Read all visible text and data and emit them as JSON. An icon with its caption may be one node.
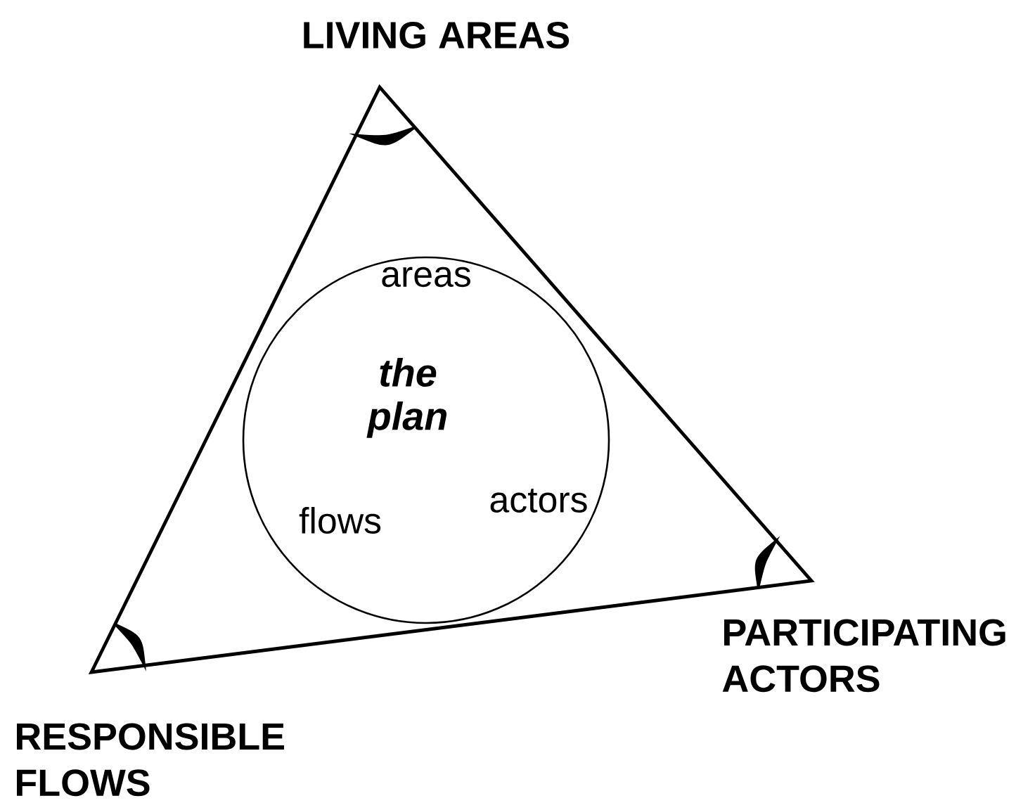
{
  "diagram": {
    "nodes": [
      {
        "text": [
          "LIVING AREAS",
          "PARTICIPATING ACTORS",
          "RESPONSIBLE FLOWS"
        ]
      },
      {
        "text": [
          "areas",
          "the plan",
          "flows",
          "actors"
        ],
        "in": 0
      }
    ]
  }
}
